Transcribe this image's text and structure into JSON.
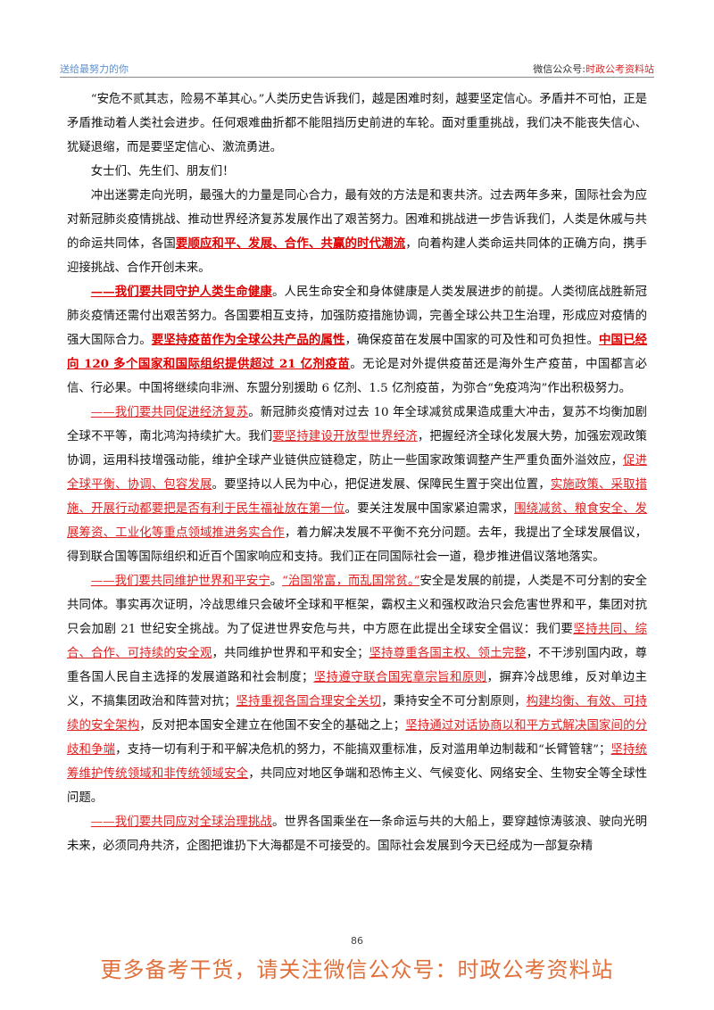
{
  "header": {
    "left": "送给最努力的你",
    "right_prefix": "微信公众号:",
    "right_accent": "时政公考资料站"
  },
  "paragraphs": [
    {
      "runs": [
        {
          "t": "“安危不贰其志，险易不革其心。”人类历史告诉我们，越是困难时刻，越要坚定信心。矛盾并不可怕，正是矛盾推动着人类社会进步。任何艰难曲折都不能阻挡历史前进的车轮。面对重重挑战，我们决不能丧失信心、犹疑退缩，而是要坚定信心、激流勇进。",
          "s": ""
        }
      ]
    },
    {
      "runs": [
        {
          "t": "女士们、先生们、朋友们！",
          "s": ""
        }
      ]
    },
    {
      "runs": [
        {
          "t": "冲出迷雾走向光明，最强大的力量是同心合力，最有效的方法是和衷共济。过去两年多来，国际社会为应对新冠肺炎疫情挑战、推动世界经济复苏发展作出了艰苦努力。困难和挑战进一步告诉我们，人类是休戚与共的命运共同体，各国",
          "s": ""
        },
        {
          "t": "要顺应和平、发展、合作、共赢的时代潮流",
          "s": "red-bold"
        },
        {
          "t": "，向着构建人类命运共同体的正确方向，携手迎接挑战、合作开创未来。",
          "s": ""
        }
      ]
    },
    {
      "runs": [
        {
          "t": "——我们要共同守护人类生命健康",
          "s": "red-bold"
        },
        {
          "t": "。人民生命安全和身体健康是人类发展进步的前提。人类彻底战胜新冠肺炎疫情还需付出艰苦努力。各国要相互支持，加强防疫措施协调，完善全球公共卫生治理，形成应对疫情的强大国际合力。",
          "s": ""
        },
        {
          "t": "要坚持疫苗作为全球公共产品的属性",
          "s": "red-bold"
        },
        {
          "t": "，确保疫苗在发展中国家的可及性和可负担性。",
          "s": ""
        },
        {
          "t": "中国已经向 120 多个国家和国际组织提供超过 21 亿剂疫苗",
          "s": "red-bold"
        },
        {
          "t": "。无论是对外提供疫苗还是海外生产疫苗，中国都言必信、行必果。中国将继续向非洲、东盟分别援助 6 亿剂、1.5 亿剂疫苗，为弥合“免疫鸿沟”作出积极努力。",
          "s": ""
        }
      ]
    },
    {
      "runs": [
        {
          "t": "——我们要共同促进经济复苏",
          "s": "red"
        },
        {
          "t": "。新冠肺炎疫情对过去 10 年全球减贫成果造成重大冲击，复苏不均衡加剧全球不平等，南北鸿沟持续扩大。我们",
          "s": ""
        },
        {
          "t": "要坚持建设开放型世界经济",
          "s": "red"
        },
        {
          "t": "，把握经济全球化发展大势，加强宏观政策协调，运用科技增强动能，维护全球产业链供应链稳定，防止一些国家政策调整产生严重负面外溢效应，",
          "s": ""
        },
        {
          "t": "促进全球平衡、协调、包容发展",
          "s": "red"
        },
        {
          "t": "。要坚持以人民为中心，把促进发展、保障民生置于突出位置，",
          "s": ""
        },
        {
          "t": "实施政策、采取措施、开展行动都要把是否有利于民生福祉放在第一位",
          "s": "red"
        },
        {
          "t": "。要关注发展中国家紧迫需求，",
          "s": ""
        },
        {
          "t": "围绕减贫、粮食安全、发展筹资、工业化等重点领域推进务实合作",
          "s": "red"
        },
        {
          "t": "，着力解决发展不平衡不充分问题。去年，我提出了全球发展倡议，得到联合国等国际组织和近百个国家响应和支持。我们正在同国际社会一道，稳步推进倡议落地落实。",
          "s": ""
        }
      ]
    },
    {
      "runs": [
        {
          "t": "——我们要共同维护世界和平安宁",
          "s": "red"
        },
        {
          "t": "。",
          "s": ""
        },
        {
          "t": "“治国常富，而乱国常贫。”",
          "s": "red"
        },
        {
          "t": "安全是发展的前提，人类是不可分割的安全共同体。事实再次证明，冷战思维只会破坏全球和平框架，霸权主义和强权政治只会危害世界和平，集团对抗只会加剧 21 世纪安全挑战。为了促进世界安危与共，中方愿在此提出全球安全倡议：我们要",
          "s": ""
        },
        {
          "t": "坚持共同、综合、合作、可持续的安全观",
          "s": "red"
        },
        {
          "t": "，共同维护世界和平和安全；",
          "s": ""
        },
        {
          "t": "坚持尊重各国主权、领土完整",
          "s": "red"
        },
        {
          "t": "，不干涉别国内政，尊重各国人民自主选择的发展道路和社会制度；",
          "s": ""
        },
        {
          "t": "坚持遵守联合国宪章宗旨和原则",
          "s": "red"
        },
        {
          "t": "，摒弃冷战思维，反对单边主义，不搞集团政治和阵营对抗；",
          "s": ""
        },
        {
          "t": "坚持重视各国合理安全关切",
          "s": "red"
        },
        {
          "t": "，秉持安全不可分割原则，",
          "s": ""
        },
        {
          "t": "构建均衡、有效、可持续的安全架构",
          "s": "red"
        },
        {
          "t": "，反对把本国安全建立在他国不安全的基础之上；",
          "s": ""
        },
        {
          "t": "坚持通过对话协商以和平方式解决国家间的分歧和争端",
          "s": "red"
        },
        {
          "t": "，支持一切有利于和平解决危机的努力，不能搞双重标准，反对滥用单边制裁和“长臂管辖”；",
          "s": ""
        },
        {
          "t": "坚持统筹维护传统领域和非传统领域安全",
          "s": "red"
        },
        {
          "t": "，共同应对地区争端和恐怖主义、气候变化、网络安全、生物安全等全球性问题。",
          "s": ""
        }
      ]
    },
    {
      "runs": [
        {
          "t": "——我们要共同应对全球治理挑战",
          "s": "red"
        },
        {
          "t": "。世界各国乘坐在一条命运与共的大船上，要穿越惊涛骇浪、驶向光明未来，必须同舟共济，企图把谁扔下大海都是不可接受的。国际社会发展到今天已经成为一部复杂精",
          "s": ""
        }
      ]
    }
  ],
  "page_number": "86",
  "footer": "更多备考干货，请关注微信公众号：时政公考资料站"
}
